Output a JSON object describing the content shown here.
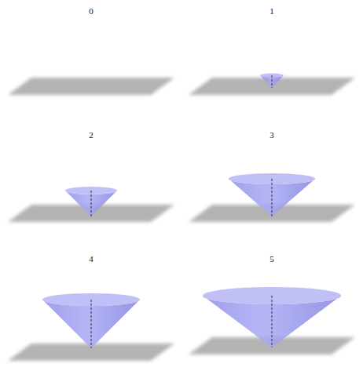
{
  "diagram": {
    "labels": [
      "0",
      "1",
      "2",
      "3",
      "4",
      "5"
    ]
  }
}
